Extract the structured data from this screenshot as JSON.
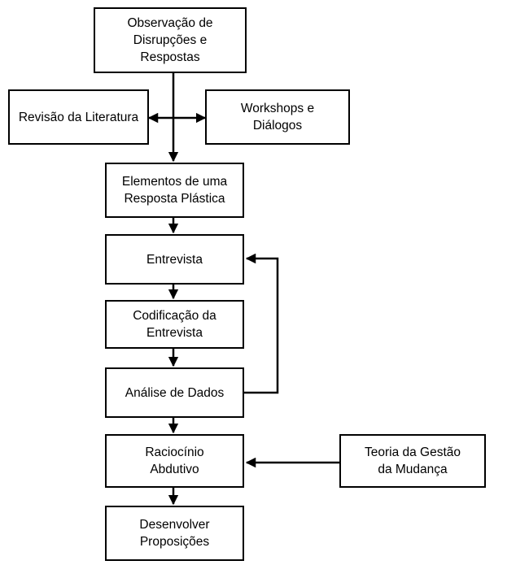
{
  "boxes": {
    "observacao": "Observação de\nDisrupções e\nRespostas",
    "revisao": "Revisão da Literatura",
    "workshops": "Workshops e\nDiálogos",
    "elementos": "Elementos de uma\nResposta Plástica",
    "entrevista": "Entrevista",
    "codificacao": "Codificação da\nEntrevista",
    "analise": "Análise de Dados",
    "raciocinio": "Raciocínio\nAbdutivo",
    "teoria": "Teoria da Gestão\nda Mudança",
    "desenvolver": "Desenvolver\nProposições"
  }
}
